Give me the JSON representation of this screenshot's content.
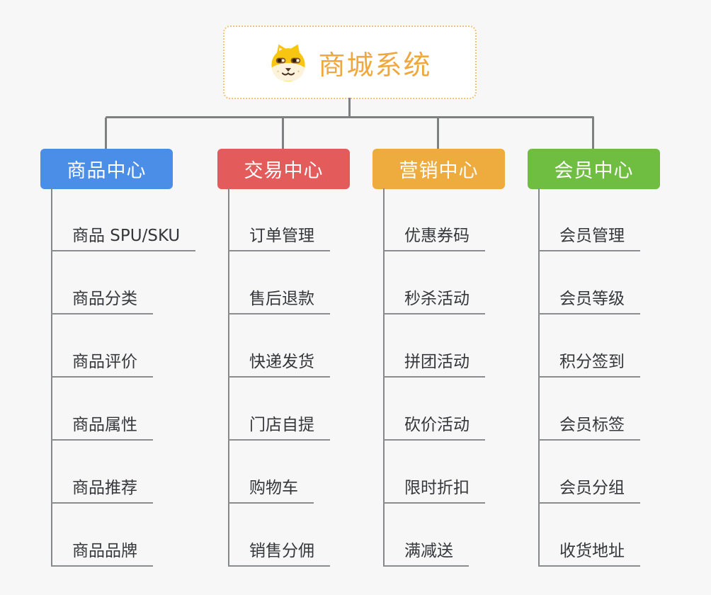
{
  "root": {
    "title": "商城系统",
    "icon": "shiba-dog-icon"
  },
  "branches": [
    {
      "label": "商品中心",
      "color": "#4b8ee8",
      "items": [
        "商品 SPU/SKU",
        "商品分类",
        "商品评价",
        "商品属性",
        "商品推荐",
        "商品品牌"
      ]
    },
    {
      "label": "交易中心",
      "color": "#e45b5b",
      "items": [
        "订单管理",
        "售后退款",
        "快递发货",
        "门店自提",
        "购物车",
        "销售分佣"
      ]
    },
    {
      "label": "营销中心",
      "color": "#eeac3e",
      "items": [
        "优惠券码",
        "秒杀活动",
        "拼团活动",
        "砍价活动",
        "限时折扣",
        "满减送"
      ]
    },
    {
      "label": "会员中心",
      "color": "#6fbe42",
      "items": [
        "会员管理",
        "会员等级",
        "积分签到",
        "会员标签",
        "会员分组",
        "收货地址"
      ]
    }
  ],
  "colors": {
    "background": "#f7f7f8",
    "connector": "#7e8083",
    "underline": "#8a8c8f",
    "root_text": "#f0a73d",
    "root_border": "#f5c273",
    "item_text": "#35373b",
    "dog_yellow": "#f8c513"
  }
}
